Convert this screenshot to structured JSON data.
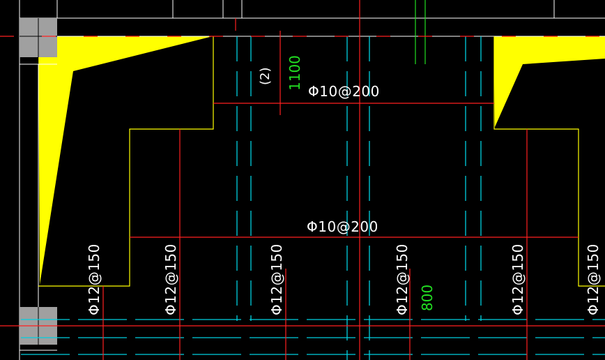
{
  "drawing": {
    "background": "#000000",
    "colors": {
      "yellow_fill": "#ffff00",
      "red_line": "#ff2020",
      "cyan_line": "#00d0e0",
      "white_line": "#ffffff",
      "green_text": "#22e022",
      "gray_column": "#a0a0a0"
    },
    "labels": {
      "rebar_top": "Φ10@200",
      "rebar_mid": "Φ10@200",
      "marker_2": "(2)",
      "dim_1100": "1100",
      "dim_800": "800",
      "rebar_v1": "Φ12@150",
      "rebar_v2": "Φ12@150",
      "rebar_v3": "Φ12@150",
      "rebar_v4": "Φ12@150",
      "rebar_v5": "Φ12@150",
      "rebar_v6": "Φ12@150"
    }
  }
}
